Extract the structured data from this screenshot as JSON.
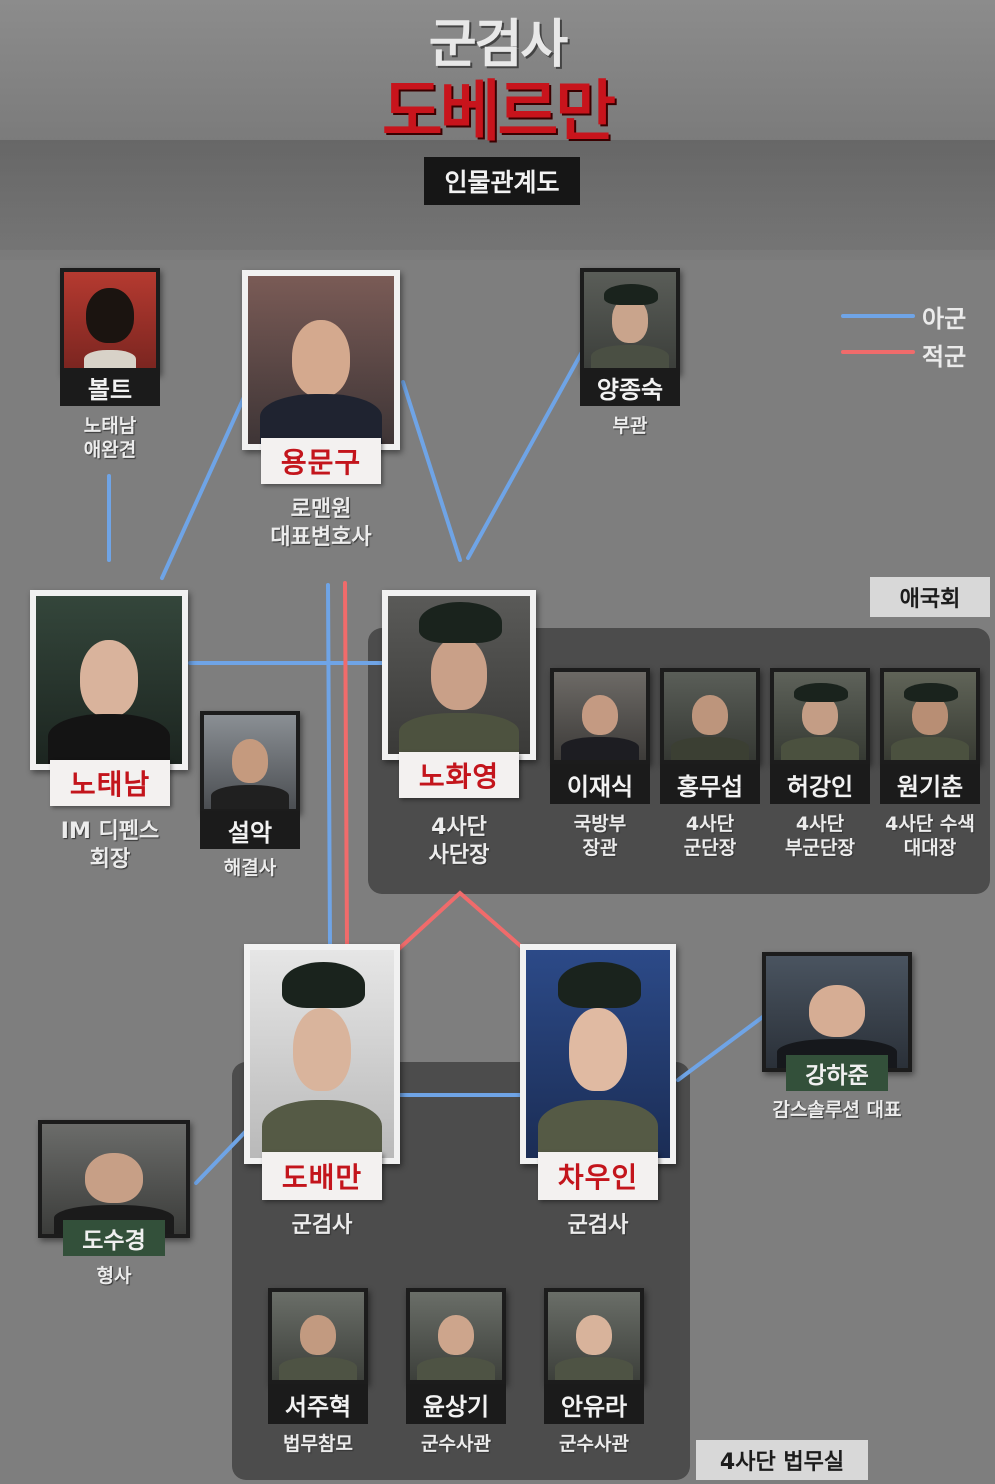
{
  "title": {
    "line1": "군검사",
    "line2": "도베르만"
  },
  "subtitle": "인물관계도",
  "legend": {
    "ally": "아군",
    "enemy": "적군"
  },
  "colors": {
    "ally": "#6fa4e6",
    "enemy": "#f06b6b",
    "name_red": "#c3151c",
    "panel": "#4c4c4c"
  },
  "groups": {
    "patriots": "애국회",
    "legal_office": "4사단 법무실"
  },
  "characters": {
    "bolt": {
      "name": "볼트",
      "role": "노태남\n애완견"
    },
    "yong": {
      "name": "용문구",
      "role": "로맨원\n대표변호사"
    },
    "yang": {
      "name": "양종숙",
      "role": "부관"
    },
    "notaenam": {
      "name": "노태남",
      "role": "IM 디펜스\n회장"
    },
    "seolak": {
      "name": "설악",
      "role": "해결사"
    },
    "nohwayoung": {
      "name": "노화영",
      "role": "4사단\n사단장"
    },
    "leejaesik": {
      "name": "이재식",
      "role": "국방부\n장관"
    },
    "hongmuseob": {
      "name": "홍무섭",
      "role": "4사단\n군단장"
    },
    "heokangin": {
      "name": "허강인",
      "role": "4사단\n부군단장"
    },
    "wonkichun": {
      "name": "원기춘",
      "role": "4사단 수색\n대대장"
    },
    "dobaeman": {
      "name": "도배만",
      "role": "군검사"
    },
    "chawooin": {
      "name": "차우인",
      "role": "군검사"
    },
    "kanghajun": {
      "name": "강하준",
      "role": "감스솔루션 대표"
    },
    "dosukyung": {
      "name": "도수경",
      "role": "형사"
    },
    "seojuhyuk": {
      "name": "서주혁",
      "role": "법무참모"
    },
    "yunsanggi": {
      "name": "윤상기",
      "role": "군수사관"
    },
    "anyura": {
      "name": "안유라",
      "role": "군수사관"
    }
  }
}
